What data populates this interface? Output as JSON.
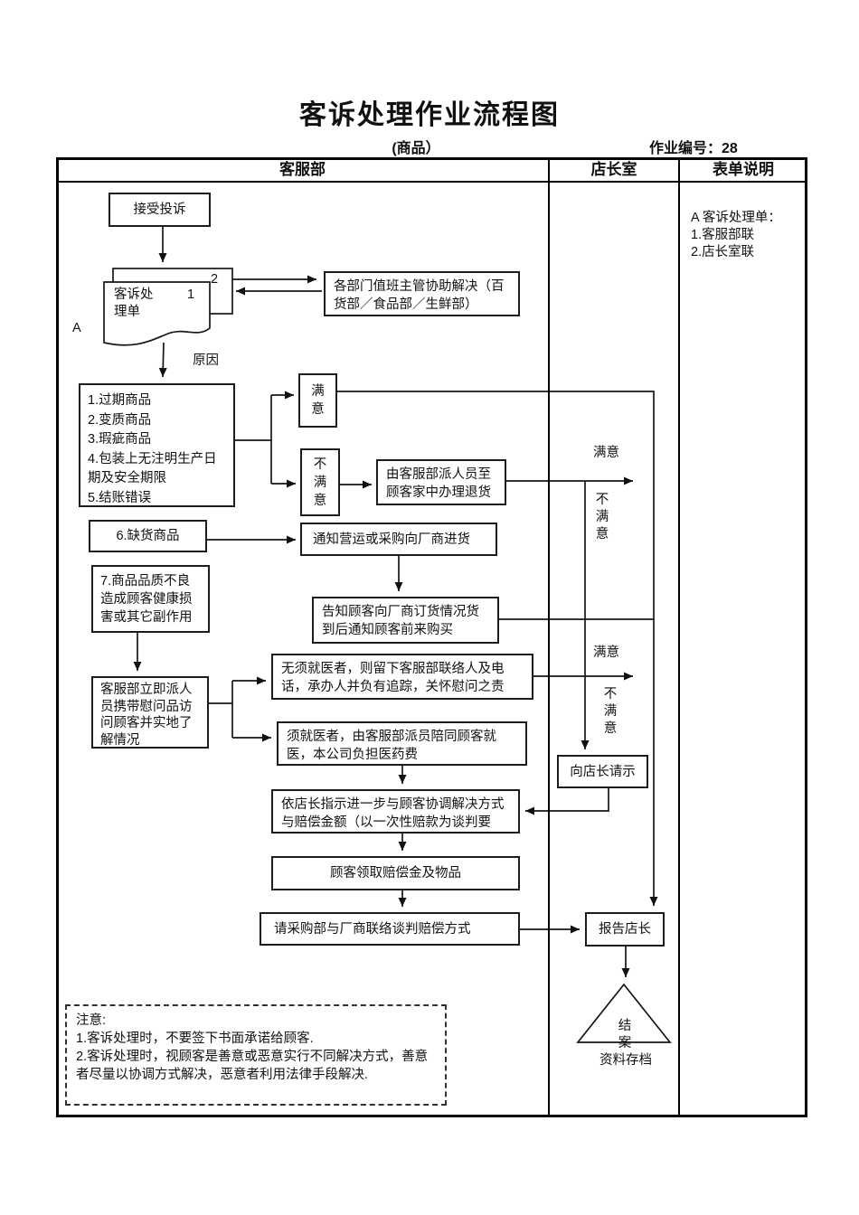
{
  "header": {
    "title": "客诉处理作业流程图",
    "product_label": "(商品）",
    "job_number": "作业编号：28"
  },
  "lanes": {
    "customer_service": "客服部",
    "store_manager": "店长室",
    "form_notes": "表单说明"
  },
  "form_notes": {
    "text": "A 客诉处理单：\n1.客服部联\n2.店长室联"
  },
  "nodes": {
    "receive_complaint": "接受投诉",
    "complaint_doc": {
      "title": "客诉处\n理单",
      "copy1": "1",
      "copy2": "2",
      "ref": "A"
    },
    "assist": "各部门值班主管协助解决（百货部／食品部／生鲜部）",
    "reason_label": "原因",
    "reasons": "1.过期商品\n2.变质商品\n3.瑕疵商品\n4.包装上无注明生产日期及安全期限\n5.结账错误",
    "satisfied_box": "满\n意",
    "unsatisfied_box": "不\n满\n意",
    "home_return": "由客服部派人员至顾客家中办理退货",
    "out_of_stock": "6.缺货商品",
    "notify_purchase": "通知营运或采购向厂商进货",
    "inform_customer": "告知顾客向厂商订货情况货到后通知顾客前来购买",
    "quality_issue": "7.商品品质不良造成顾客健康损害或其它副作用",
    "visit_customer": "客服部立即派人员携带慰问品访问顾客并实地了解情况",
    "no_doctor": "无须就医者，则留下客服部联络人及电话，承办人并负有追踪，关怀慰问之责",
    "need_doctor": "须就医者，由客服部派员陪同顾客就医，本公司负担医药费",
    "negotiate": "依店长指示进一步与顾客协调解决方式与赔偿金额（以一次性赔款为谈判要",
    "compensation": "顾客领取赔偿金及物品",
    "purchasing_negotiate": "请采购部与厂商联络谈判赔偿方式",
    "ask_manager": "向店长请示",
    "report_manager": "报告店长",
    "close_case": "结\n案",
    "archive": "资料存档"
  },
  "branch_labels": {
    "satisfied1": "满意",
    "unsatisfied1": "不\n满\n意",
    "satisfied2": "满意",
    "unsatisfied2": "不\n满\n意"
  },
  "notes": "注意:\n1.客诉处理时，不要签下书面承诺给顾客.\n2.客诉处理时，视顾客是善意或恶意实行不同解决方式，善意者尽量以协调方式解决，恶意者利用法律手段解决."
}
